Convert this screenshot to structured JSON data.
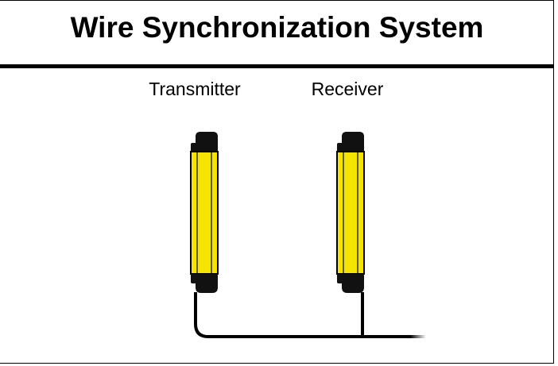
{
  "title": "Wire Synchronization System",
  "devices": {
    "transmitter": {
      "label": "Transmitter"
    },
    "receiver": {
      "label": "Receiver"
    }
  },
  "colors": {
    "housing": "#f5e400",
    "cap": "#111111",
    "cable": "#000000"
  }
}
